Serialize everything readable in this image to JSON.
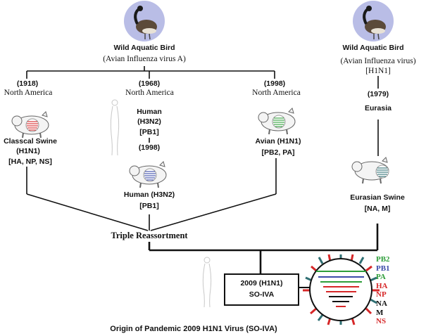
{
  "top_left": {
    "bird_label": "Wild Aquatic Bird",
    "virus_label": "(Avian Influenza virus A)"
  },
  "top_right": {
    "bird_label": "Wild Aquatic Bird",
    "virus_label": "(Avian Influenza virus)",
    "subtype": "[H1N1]",
    "year": "(1979)",
    "region": "Eurasia"
  },
  "branch_classical": {
    "year": "(1918)",
    "region": "North America",
    "name": "Classcal Swine",
    "subtype": "(H1N1)",
    "genes": "[HA, NP, NS]"
  },
  "branch_human": {
    "year": "(1968)",
    "region": "North America",
    "host": "Human",
    "subtype": "(H3N2)",
    "gene": "[PB1]",
    "year2": "(1998)",
    "name2": "Human (H3N2)",
    "gene2": "[PB1]"
  },
  "branch_avian": {
    "year": "(1998)",
    "region": "North America",
    "name": "Avian (H1N1)",
    "genes": "[PB2, PA]"
  },
  "branch_eurasian": {
    "name": "Eurasian Swine",
    "genes": "[NA, M]"
  },
  "reassortment_label": "Triple Reassortment",
  "result": {
    "line1": "2009 (H1N1)",
    "line2": "SO-IVA"
  },
  "segments": [
    {
      "label": "PB2",
      "color": "#2e9e3a"
    },
    {
      "label": "PB1",
      "color": "#3b4aa8"
    },
    {
      "label": "PA",
      "color": "#2e9e3a"
    },
    {
      "label": "HA",
      "color": "#d62728"
    },
    {
      "label": "NP",
      "color": "#d62728"
    },
    {
      "label": "NA",
      "color": "#111111"
    },
    {
      "label": "M",
      "color": "#111111"
    },
    {
      "label": "NS",
      "color": "#d62728"
    }
  ],
  "caption": "Origin of Pandemic 2009 H1N1 Virus (SO-IVA)"
}
